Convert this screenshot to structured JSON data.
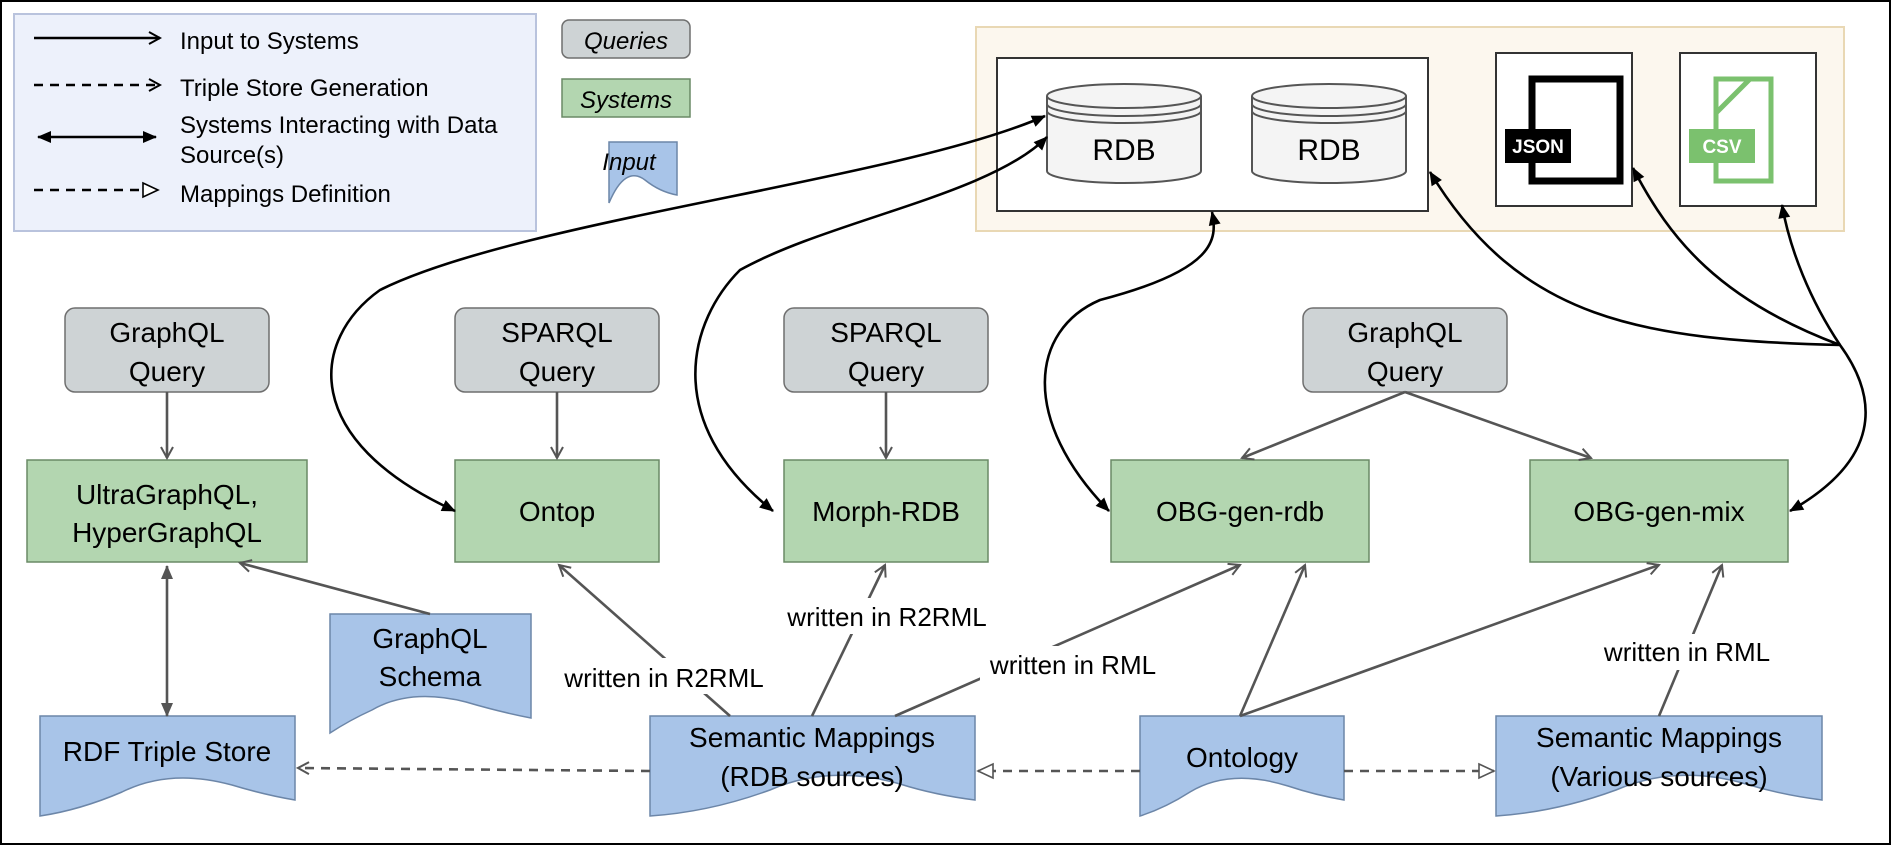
{
  "legend": {
    "items": [
      {
        "label": "Input to Systems"
      },
      {
        "label": "Triple Store Generation"
      },
      {
        "label": "Systems Interacting with Data",
        "label2": "Source(s)"
      },
      {
        "label": "Mappings Definition"
      }
    ]
  },
  "key": {
    "queries": "Queries",
    "systems": "Systems",
    "input": "Input"
  },
  "sources": {
    "rdb1": "RDB",
    "rdb2": "RDB",
    "json": "JSON",
    "csv": "CSV"
  },
  "queries": {
    "graphql1": [
      "GraphQL",
      "Query"
    ],
    "sparql1": [
      "SPARQL",
      "Query"
    ],
    "sparql2": [
      "SPARQL",
      "Query"
    ],
    "graphql2": [
      "GraphQL",
      "Query"
    ]
  },
  "systems": {
    "ultra": [
      "UltraGraphQL,",
      "HyperGraphQL"
    ],
    "ontop": "Ontop",
    "morph": "Morph-RDB",
    "obg_rdb": "OBG-gen-rdb",
    "obg_mix": "OBG-gen-mix"
  },
  "inputs": {
    "graphql_schema": [
      "GraphQL",
      "Schema"
    ],
    "rdf_store": "RDF Triple Store",
    "sem_rdb": [
      "Semantic Mappings",
      "(RDB sources)"
    ],
    "ontology": "Ontology",
    "sem_various": [
      "Semantic Mappings",
      "(Various sources)"
    ]
  },
  "edge_labels": {
    "r2rml_ontop": "written in R2RML",
    "r2rml_morph": "written in R2RML",
    "rml_rdb": "written in RML",
    "rml_mix": "written in RML"
  },
  "colors": {
    "query": "#ced3d5",
    "system": "#b3d6b0",
    "input": "#a8c4e8",
    "legend_bg": "#edf1fb",
    "sources_bg": "#fcf7ee",
    "csv_green": "#7bc16e"
  }
}
